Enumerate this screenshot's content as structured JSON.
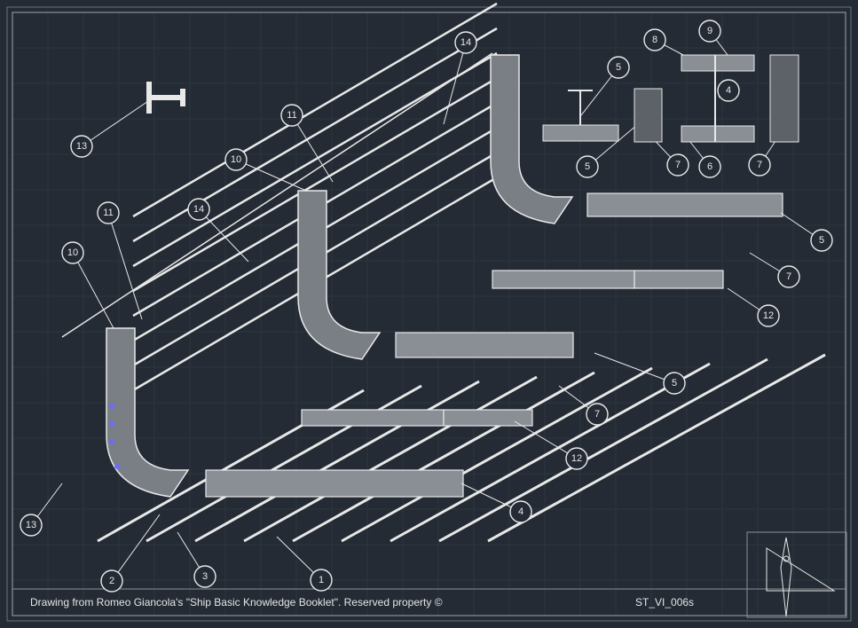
{
  "caption": "Drawing from Romeo Giancola's \"Ship Basic Knowledge Booklet\". Reserved property ©",
  "drawing_code": "ST_VI_006s",
  "balloons": [
    "14",
    "11",
    "13",
    "10",
    "14",
    "11",
    "10",
    "13",
    "2",
    "3",
    "1",
    "4",
    "12",
    "7",
    "5",
    "12",
    "7",
    "5",
    "8",
    "9",
    "5",
    "4",
    "5",
    "7",
    "6",
    "7"
  ],
  "colors": {
    "background": "#242b34",
    "line": "#e8e8e8",
    "plate": "#8a8f96",
    "accent": "#6a6cff"
  }
}
